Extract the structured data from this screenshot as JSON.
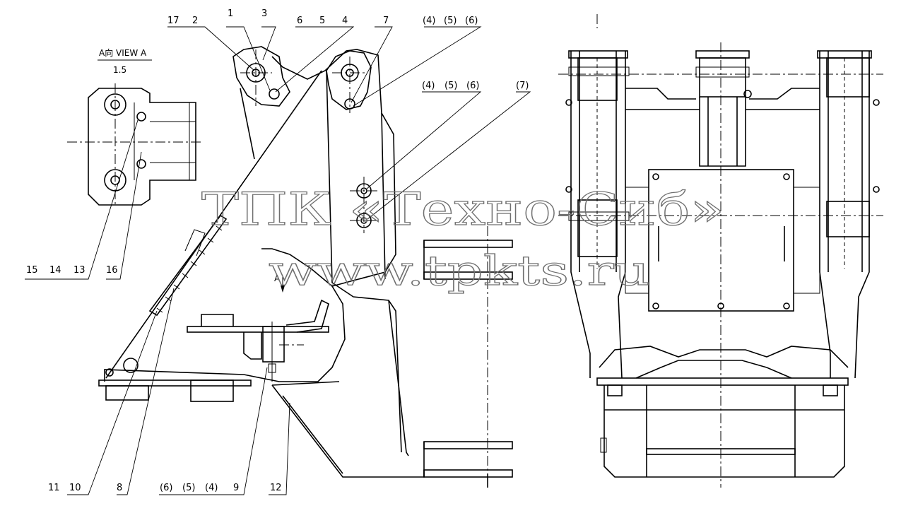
{
  "view_a": {
    "title": "A向 VIEW A",
    "scale": "1.5",
    "arrow_label": "A"
  },
  "callouts": {
    "top": [
      "17",
      "2",
      "1",
      "3",
      "6",
      "5",
      "4",
      "7",
      "(4)",
      "(5)",
      "(6)"
    ],
    "middle": [
      "(4)",
      "(5)",
      "(6)",
      "(7)"
    ],
    "left": [
      "15",
      "14",
      "13",
      "16"
    ],
    "bottom": [
      "11",
      "10",
      "8",
      "(6)",
      "(5)",
      "(4)",
      "9",
      "12"
    ]
  },
  "watermark": {
    "line1": "ТПК «Техно-Сиб»",
    "line2": "www.tpkts.ru"
  }
}
